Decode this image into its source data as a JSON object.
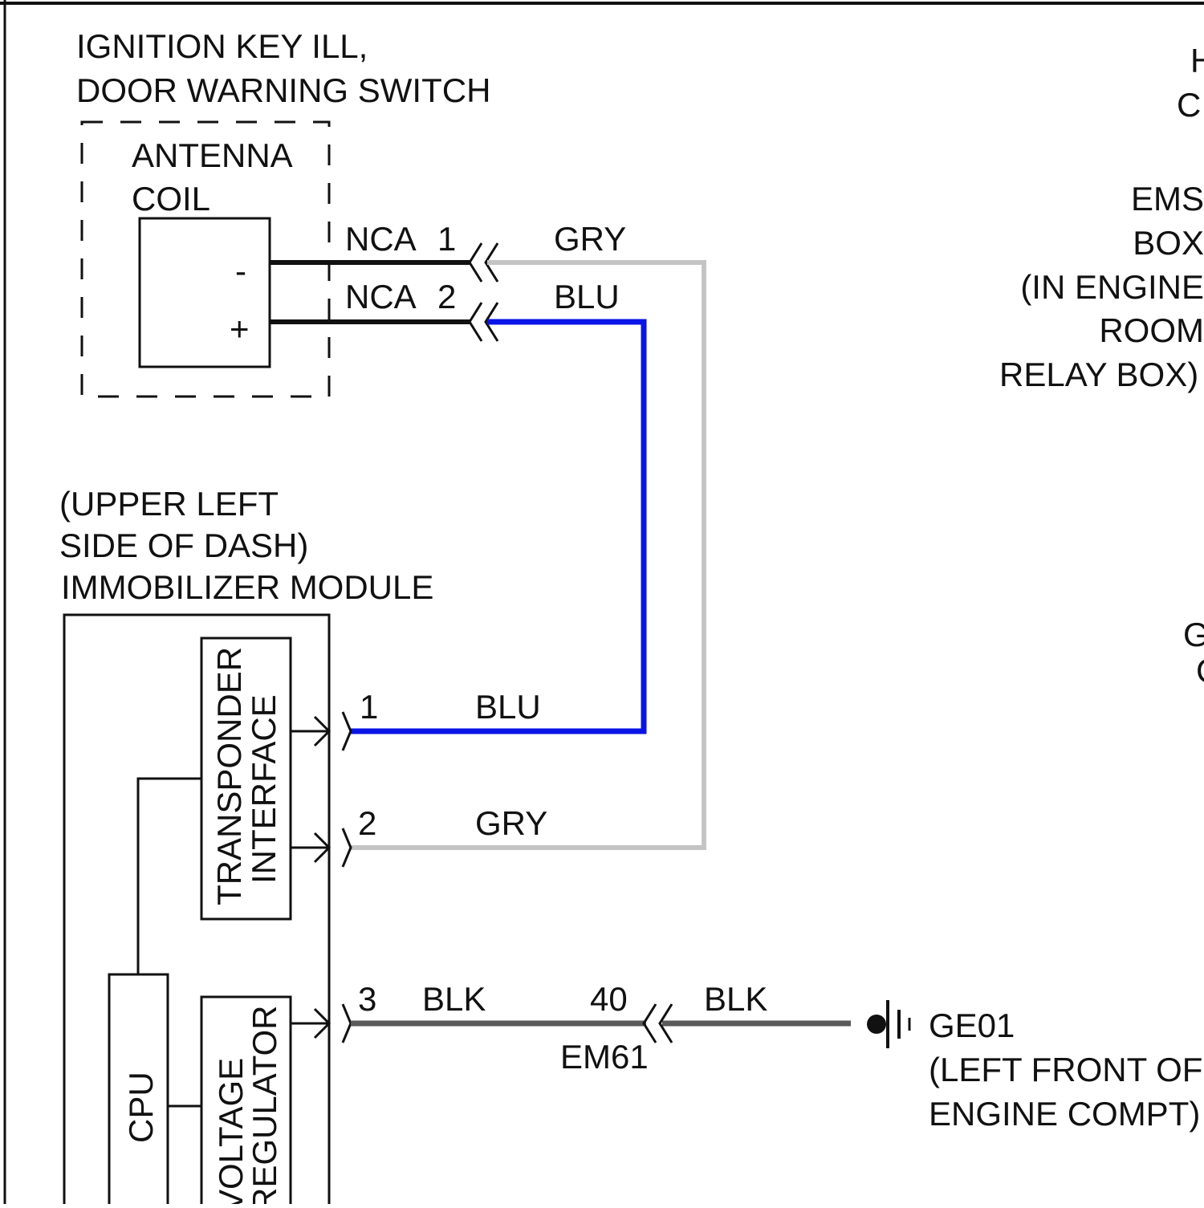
{
  "switch_title": [
    "IGNITION KEY ILL,",
    "DOOR WARNING SWITCH"
  ],
  "antenna_coil_label": [
    "ANTENNA",
    "COIL"
  ],
  "coil_terminals": {
    "minus": "-",
    "plus": "+"
  },
  "nca_connectors": [
    {
      "name": "NCA",
      "pin": "1",
      "wire_color": "GRY"
    },
    {
      "name": "NCA",
      "pin": "2",
      "wire_color": "BLU"
    }
  ],
  "right_labels_top": [
    "H",
    "C"
  ],
  "ems_box_label": [
    "EMS",
    "BOX",
    "(IN ENGINE",
    "ROOM",
    "RELAY BOX)"
  ],
  "right_labels_mid": [
    "G",
    "C"
  ],
  "module_location": [
    "(UPPER LEFT",
    "SIDE OF DASH)"
  ],
  "module_title": "IMMOBILIZER MODULE",
  "transponder_label": [
    "TRANSPONDER",
    "INTERFACE"
  ],
  "cpu_label": "CPU",
  "regulator_label": [
    "VOLTAGE",
    "REGULATOR"
  ],
  "module_pins": [
    {
      "pin": "1",
      "wire_color": "BLU"
    },
    {
      "pin": "2",
      "wire_color": "GRY"
    },
    {
      "pin": "3",
      "wire_color": "BLK"
    }
  ],
  "inline_connector": {
    "pin": "40",
    "name": "EM61",
    "wire_color": "BLK"
  },
  "ground": {
    "name": "GE01",
    "location": [
      "(LEFT FRONT OF",
      "ENGINE COMPT)"
    ]
  },
  "colors": {
    "blu": "#0a14e6",
    "gry": "#c4c4c4",
    "blk": "#5a5a5a",
    "line": "#111111"
  }
}
